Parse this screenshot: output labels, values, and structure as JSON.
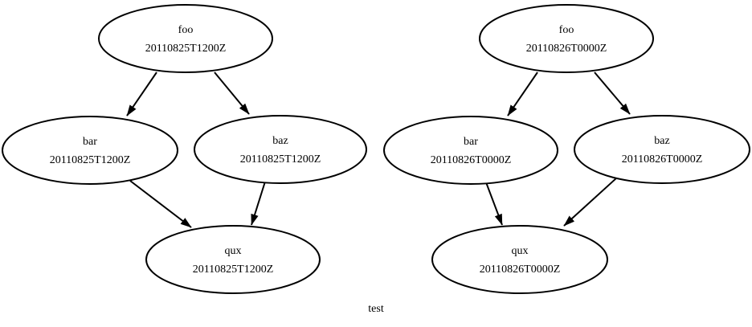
{
  "diagram": {
    "title": "test",
    "type": "directed-graph",
    "colors": {
      "background": "#ffffff",
      "node_stroke": "#000000",
      "node_fill": "#ffffff",
      "edge": "#000000",
      "text": "#000000"
    },
    "graphs": [
      {
        "id": "cycle-20110825T1200Z",
        "cycle_point": "20110825T1200Z",
        "nodes": [
          {
            "id": "foo.20110825T1200Z",
            "label": "foo",
            "cycle": "20110825T1200Z"
          },
          {
            "id": "bar.20110825T1200Z",
            "label": "bar",
            "cycle": "20110825T1200Z"
          },
          {
            "id": "baz.20110825T1200Z",
            "label": "baz",
            "cycle": "20110825T1200Z"
          },
          {
            "id": "qux.20110825T1200Z",
            "label": "qux",
            "cycle": "20110825T1200Z"
          }
        ],
        "edges": [
          {
            "from": "foo",
            "to": "bar"
          },
          {
            "from": "foo",
            "to": "baz"
          },
          {
            "from": "bar",
            "to": "qux"
          },
          {
            "from": "baz",
            "to": "qux"
          }
        ]
      },
      {
        "id": "cycle-20110826T0000Z",
        "cycle_point": "20110826T0000Z",
        "nodes": [
          {
            "id": "foo.20110826T0000Z",
            "label": "foo",
            "cycle": "20110826T0000Z"
          },
          {
            "id": "bar.20110826T0000Z",
            "label": "bar",
            "cycle": "20110826T0000Z"
          },
          {
            "id": "baz.20110826T0000Z",
            "label": "baz",
            "cycle": "20110826T0000Z"
          },
          {
            "id": "qux.20110826T0000Z",
            "label": "qux",
            "cycle": "20110826T0000Z"
          }
        ],
        "edges": [
          {
            "from": "foo",
            "to": "bar"
          },
          {
            "from": "foo",
            "to": "baz"
          },
          {
            "from": "bar",
            "to": "qux"
          },
          {
            "from": "baz",
            "to": "qux"
          }
        ]
      }
    ]
  }
}
